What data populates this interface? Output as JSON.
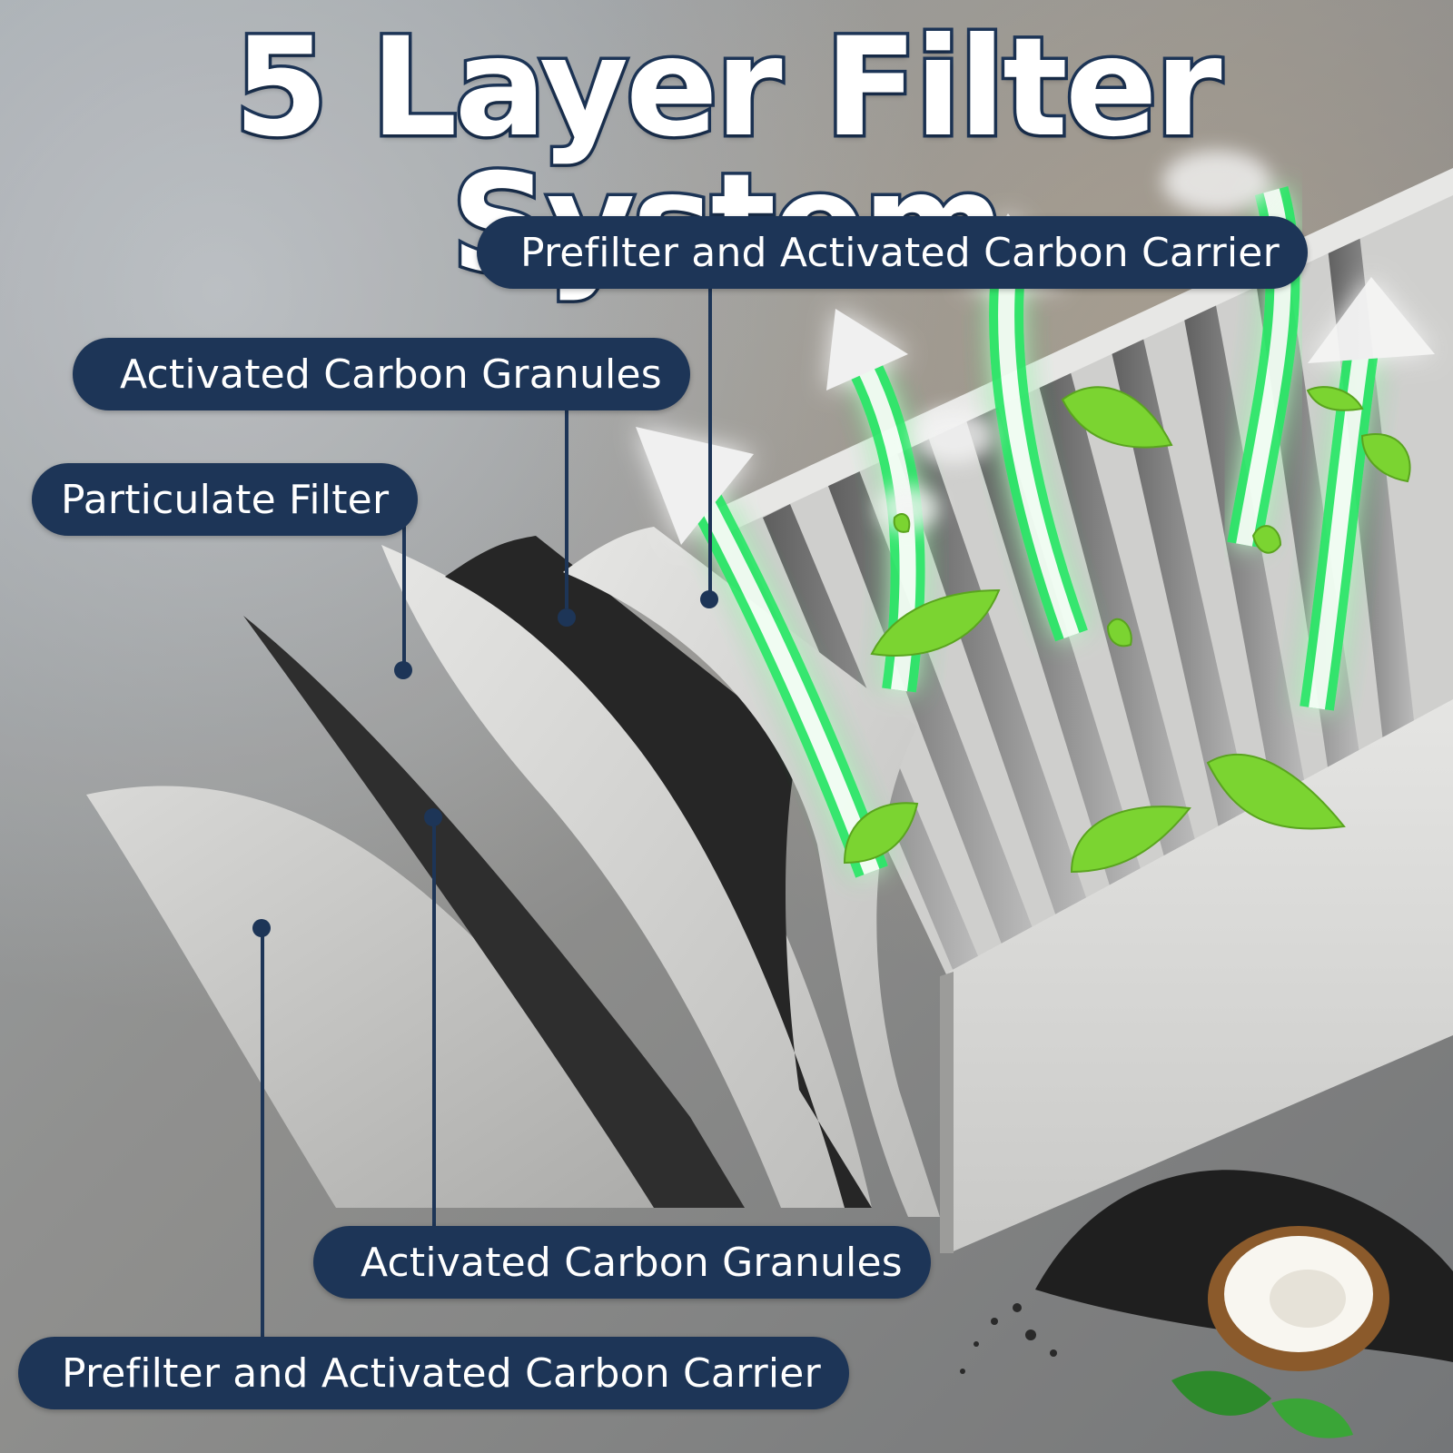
{
  "title": "5 Layer Filter System",
  "labels": {
    "top_prefilter": "Prefilter and Activated Carbon Carrier",
    "top_carbon": "Activated Carbon Granules",
    "particulate": "Particulate Filter",
    "bottom_carbon": "Activated Carbon Granules",
    "bottom_prefilter": "Prefilter and Activated Carbon Carrier"
  },
  "colors": {
    "label_background": "#1d3557",
    "label_text": "#ffffff",
    "air_flow_glow": "#2ee86a",
    "leaf": "#7bd431"
  },
  "icons": [
    "upward-air-flow-arrow-icon",
    "green-leaf-icon",
    "coconut-icon",
    "carbon-pile-icon"
  ]
}
